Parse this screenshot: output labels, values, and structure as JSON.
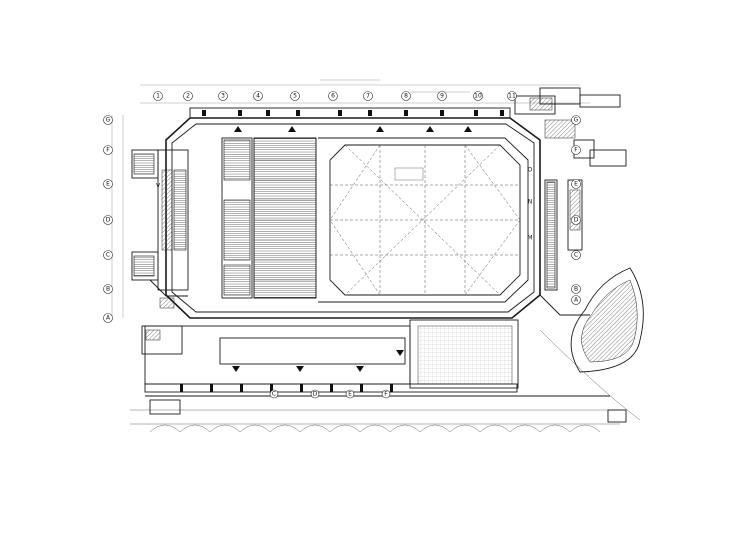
{
  "drawing": {
    "col_axes_top": [
      "1",
      "2",
      "3",
      "4",
      "5",
      "6",
      "7",
      "8",
      "9",
      "10",
      "11"
    ],
    "row_axes_left": [
      "G",
      "F",
      "E",
      "D",
      "C",
      "B",
      "A"
    ],
    "row_axes_right": [
      "G",
      "F",
      "E",
      "D",
      "C",
      "B",
      "A"
    ],
    "court_letters": [
      "O",
      "N",
      "M"
    ],
    "lower_axes": [
      "C",
      "D",
      "E",
      "F"
    ],
    "stand_letter": "V"
  }
}
